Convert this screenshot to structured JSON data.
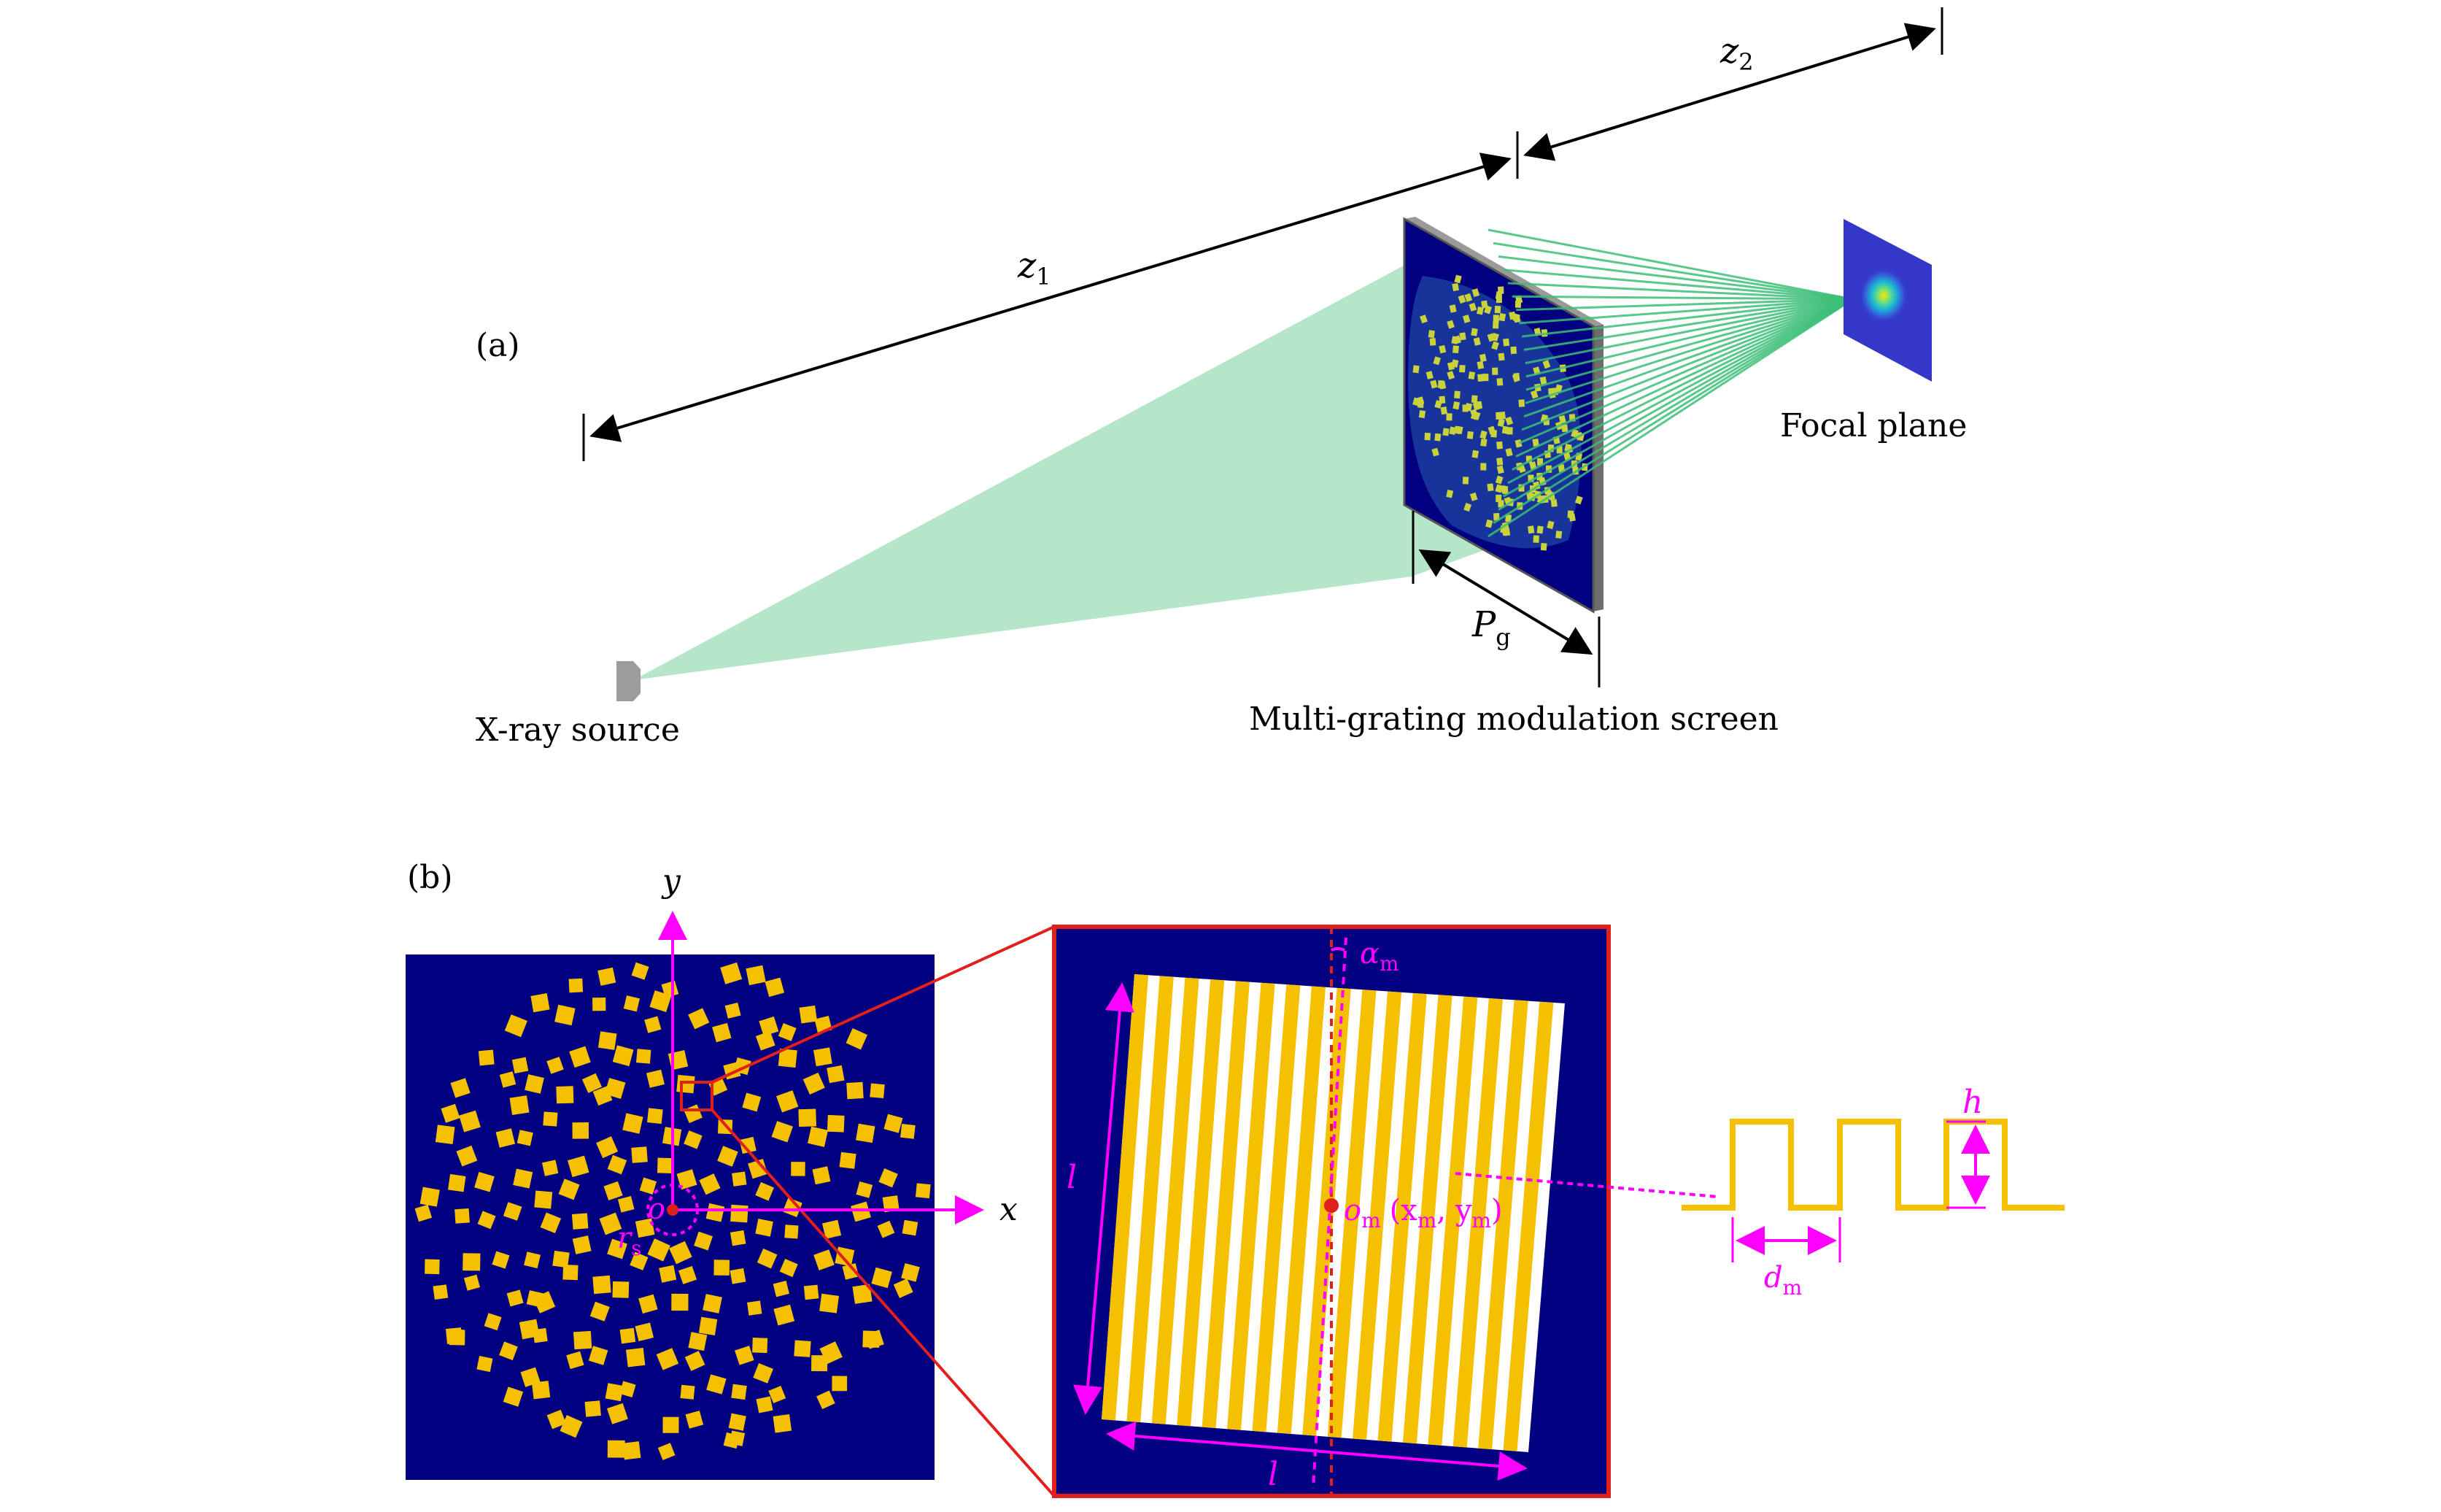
{
  "panel_a": {
    "label": "(a)",
    "z1": {
      "sym": "z",
      "sub": "1"
    },
    "z2": {
      "sym": "z",
      "sub": "2"
    },
    "pg": {
      "sym": "P",
      "sub": "g"
    },
    "source_label": "X-ray source",
    "screen_label": "Multi-grating modulation screen",
    "focal_label": "Focal plane"
  },
  "panel_b": {
    "label": "(b)",
    "x_axis": "x",
    "y_axis": "y",
    "origin": "o",
    "rs": {
      "sym": "r",
      "sub": "s"
    },
    "alpha": {
      "sym": "α",
      "sub": "m"
    },
    "l_label": "l",
    "om": {
      "sym": "o",
      "sub": "m",
      "coord": "(x",
      "coord_sub": "m",
      "sep": ", y",
      "coord_sub2": "m",
      "close": ")"
    },
    "h_label": "h",
    "dm": {
      "sym": "d",
      "sub": "m"
    }
  },
  "colors": {
    "navy": "#000080",
    "gold": "#F5C000",
    "magenta": "#FF00FF",
    "red": "#E0201C",
    "beam": "#9EDDB8",
    "ray": "#3DBE78"
  }
}
